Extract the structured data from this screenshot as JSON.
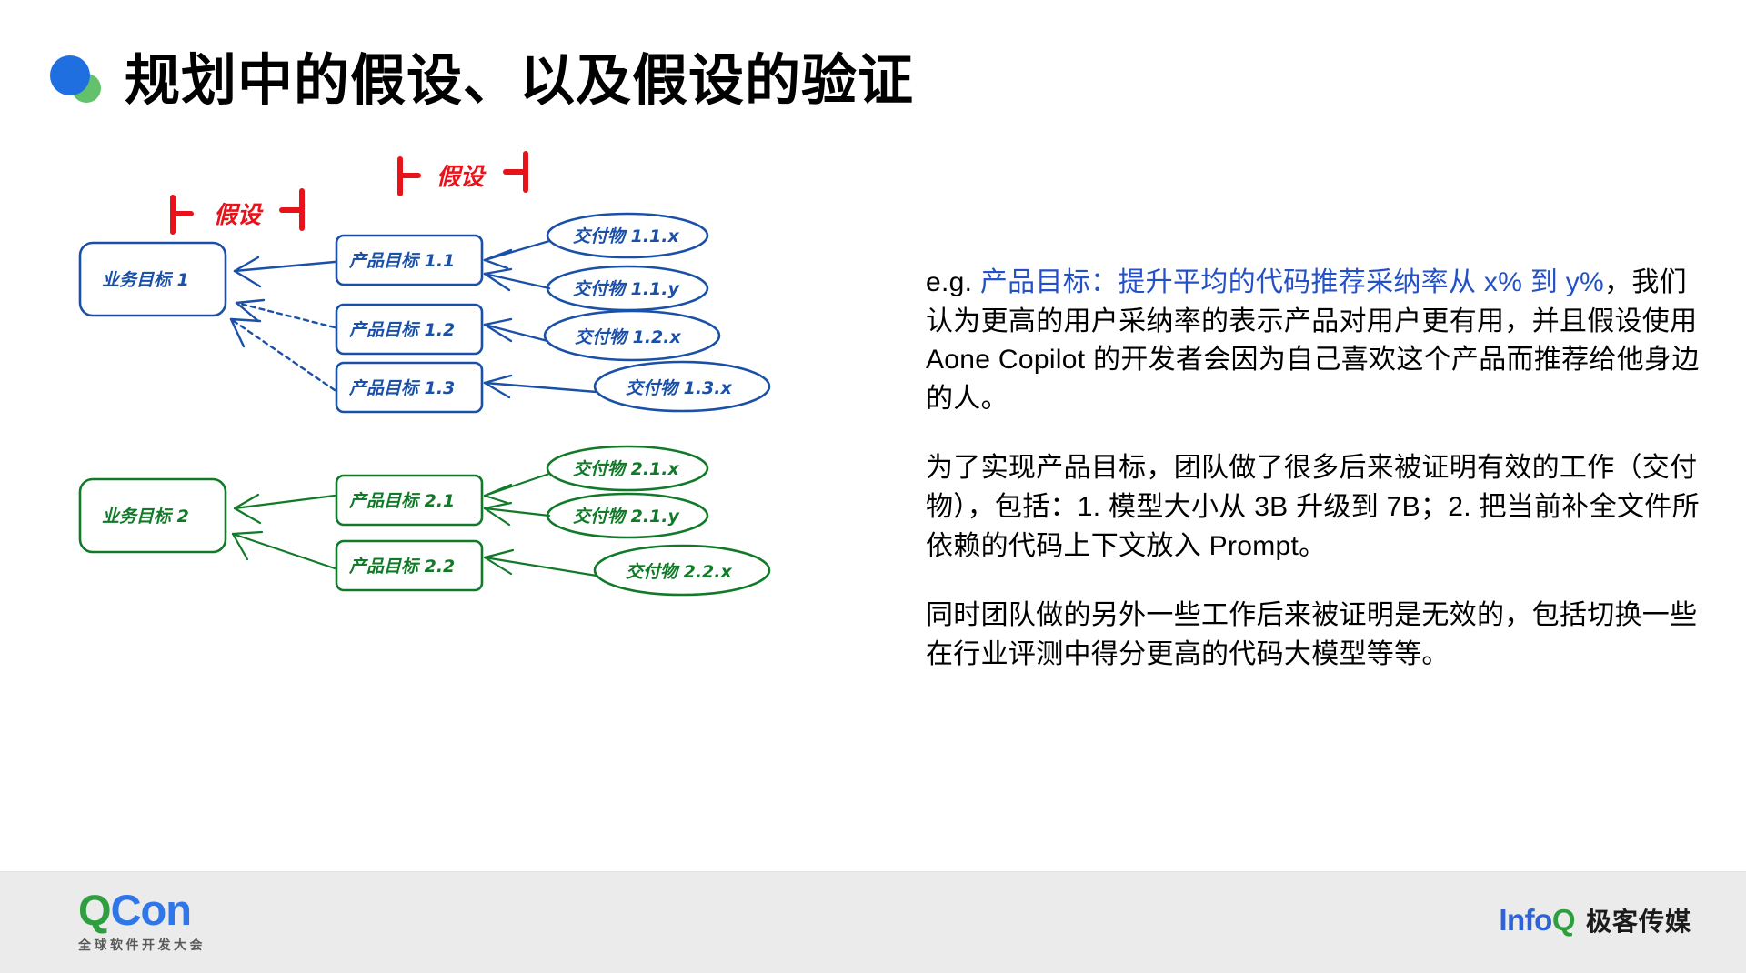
{
  "slide": {
    "title": "规划中的假设、以及假设的验证",
    "bullet_blue": "#1f6fe0",
    "bullet_green": "#62c16a"
  },
  "diagram": {
    "annotations": [
      {
        "label": "假设",
        "color": "#e8131a"
      },
      {
        "label": "假设",
        "color": "#e8131a"
      }
    ],
    "blue_color": "#1a50a8",
    "green_color": "#117a28",
    "group_blue": {
      "business_goal": "业务目标 1",
      "product_goals": [
        "产品目标 1.1",
        "产品目标 1.2",
        "产品目标 1.3"
      ],
      "deliverables": [
        "交付物 1.1.x",
        "交付物 1.1.y",
        "交付物 1.2.x",
        "交付物 1.3.x"
      ]
    },
    "group_green": {
      "business_goal": "业务目标 2",
      "product_goals": [
        "产品目标 2.1",
        "产品目标 2.2"
      ],
      "deliverables": [
        "交付物 2.1.x",
        "交付物 2.1.y",
        "交付物 2.2.x"
      ]
    }
  },
  "body": {
    "para1_prefix": "e.g. ",
    "para1_accent": "产品目标：提升平均的代码推荐采纳率从 x% 到 y%",
    "para1_rest": "，我们认为更高的用户采纳率的表示产品对用户更有用，并且假设使用 Aone Copilot 的开发者会因为自己喜欢这个产品而推荐给他身边的人。",
    "para2": "为了实现产品目标，团队做了很多后来被证明有效的工作（交付物），包括：1. 模型大小从 3B 升级到 7B；2. 把当前补全文件所依赖的代码上下文放入 Prompt。",
    "para3": "同时团队做的另外一些工作后来被证明是无效的，包括切换一些在行业评测中得分更高的代码大模型等等。"
  },
  "footer": {
    "qcon_q": "Q",
    "qcon_con": "Con",
    "qcon_subtitle": "全球软件开发大会",
    "infoq_info": "Info",
    "infoq_q": "Q",
    "infoq_subtitle": "极客传媒"
  }
}
